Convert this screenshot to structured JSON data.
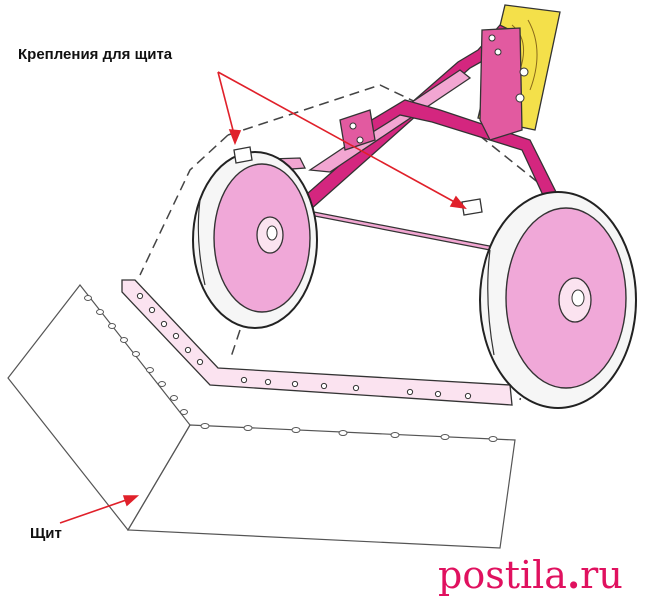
{
  "labels": {
    "mounts": "Крепления для щита",
    "shield": "Щит"
  },
  "watermark": {
    "text_a": "postila",
    "text_dot": ".",
    "text_b": "ru"
  },
  "colors": {
    "frame_magenta": "#d4267f",
    "frame_light": "#f2a6d2",
    "wheel_fill": "#f0a8d8",
    "handle_wood": "#f4e04a",
    "arrow_red": "#e0202a",
    "outline": "#222222",
    "watermark": "#e0115f"
  }
}
